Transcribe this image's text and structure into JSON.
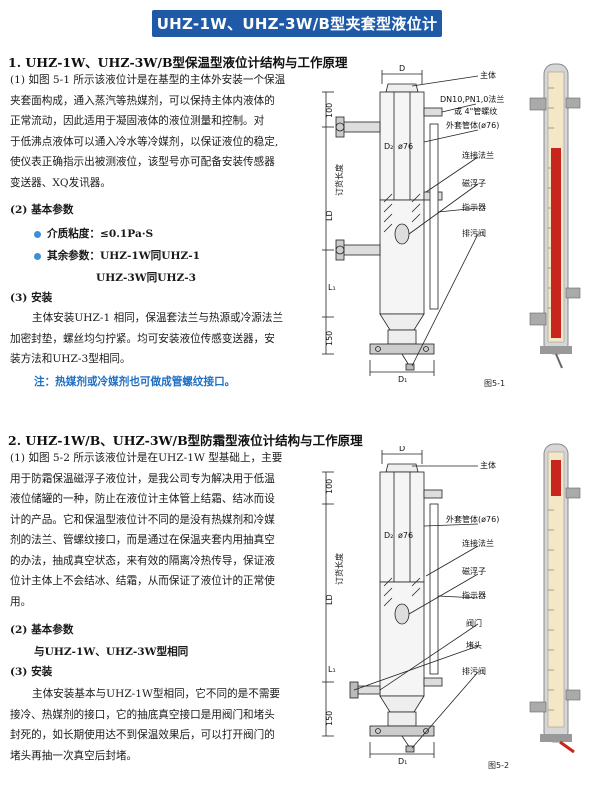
{
  "banner": "UHZ-1W、UHZ-3W/B型夹套型液位计",
  "section1": {
    "title": "1. UHZ-1W、UHZ-3W/B型保温型液位计结构与工作原理",
    "intro": [
      "(1) 如图 5-1 所示该液位计是在基型的主体外安装一个保温",
      "夹套面构成，通入蒸汽等热媒剂，可以保持主体内液体的",
      "正常流动，因此适用于凝固液体的液位测量和控制。对",
      "于低沸点液体可以通入冷水等冷媒剂，以保证液位的稳定,",
      "使仪表正确指示出被测液位，该型号亦可配备安装传感器",
      "变送器、XQ发讯器。"
    ],
    "params_heading": "(2) 基本参数",
    "params": [
      "介质粘度：≤0.1Pa·S",
      "其余参数：UHZ-1W同UHZ-1"
    ],
    "params_extra": "UHZ-3W同UHZ-3",
    "install_heading": "(3) 安装",
    "install_text": [
      "主体安装UHZ-1 相同，保温套法兰与热源或冷源法兰",
      "加密封垫，螺丝均匀拧紧。均可安装液位传感变送器，安",
      "装方法和UHZ-3型相同。"
    ],
    "note": "注：热媒剂或冷媒剂也可做成管螺纹接口。",
    "figure": {
      "labels": {
        "main_body": "主体",
        "dn_line1": "DN10,PN1,0法兰",
        "dn_line2": "或 4\"管螺纹",
        "jacket": "外套管体(ø76)",
        "flange": "连接法兰",
        "float": "磁浮子",
        "indicator": "指示器",
        "drain": "排污阀",
        "d_top": "D",
        "d2": "D₂",
        "phi76": "ø76",
        "dim_100": "100",
        "dim_ld": "LD",
        "order_len": "订货长度",
        "dim_l1": "L₁",
        "dim_150": "150",
        "d1": "D₁"
      },
      "caption": "图5-1"
    }
  },
  "section2": {
    "title": "2. UHZ-1W/B、UHZ-3W/B型防霜型液位计结构与工作原理",
    "intro": [
      "(1) 如图 5-2 所示该液位计是在UHZ-1W 型基础上，主要",
      "用于防霜保温磁浮子液位计，是我公司专为解决用于低温",
      "液位储罐的一种，防止在液位计主体管上结霜、结冰而设",
      "计的产品。它和保温型液位计不同的是没有热媒剂和冷媒",
      "剂的法兰、管螺纹接口，而是通过在保温夹套内用抽真空",
      "的办法，抽成真空状态，来有效的隔离冷热传导，保证液",
      "位计主体上不会结冰、结霜，从而保证了液位计的正常使",
      "用。"
    ],
    "params_heading": "(2) 基本参数",
    "params_text": "与UHZ-1W、UHZ-3W型相同",
    "install_heading": "(3) 安装",
    "install_text": [
      "主体安装基本与UHZ-1W型相同，它不同的是不需要",
      "接冷、热媒剂的接口，它的抽底真空接口是用阀门和堵头",
      "封死的，如长期使用达不到保温效果后，可以打开阀门的",
      "堵头再抽一次真空后封堵。"
    ],
    "figure": {
      "labels": {
        "main_body": "主体",
        "jacket": "外套管体(ø76)",
        "flange": "连接法兰",
        "float": "磁浮子",
        "indicator": "指示器",
        "valve": "阀门",
        "plug": "堵头",
        "drain": "排污阀",
        "d_top": "D",
        "d2": "D₂",
        "phi76": "ø76",
        "dim_100": "100",
        "dim_ld": "LD",
        "order_len": "订货长度",
        "dim_l1": "L₁",
        "dim_150": "150",
        "d1": "D₁"
      },
      "caption": "图5-2"
    }
  },
  "colors": {
    "banner": "#1e5aa8",
    "bullet": "#3d8fd8",
    "note": "#1e6fc4",
    "gauge_red": "#c8261c",
    "gauge_cream": "#f3e7c8"
  }
}
